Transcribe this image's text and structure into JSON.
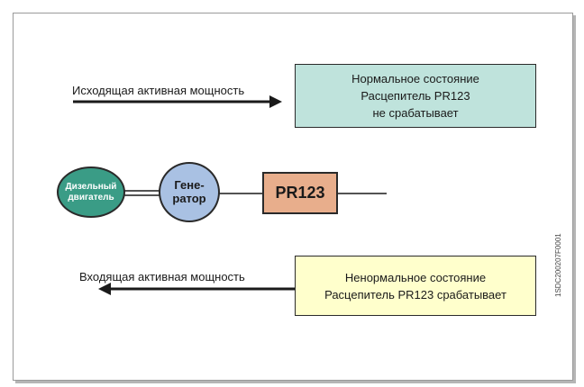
{
  "outgoing": {
    "label": "Исходящая активная мощность"
  },
  "incoming": {
    "label": "Входящая активная мощность"
  },
  "normal_box": {
    "lines": [
      "Нормальное состояние",
      "Расцепитель PR123",
      "не срабатывает"
    ],
    "color": "#bfe3dc"
  },
  "abnormal_box": {
    "lines": [
      "Ненормальное состояние",
      "Расцепитель PR123 срабатывает"
    ],
    "color": "#ffffcc"
  },
  "engine": {
    "lines": [
      "Дизельный",
      "двигатель"
    ],
    "color": "#3a9c86"
  },
  "generator": {
    "lines": [
      "Гене-",
      "ратор"
    ],
    "color": "#a9c1e3"
  },
  "relay": {
    "label": "PR123",
    "color": "#e8ae8c"
  },
  "figure_code": "1SDC200207F0001"
}
